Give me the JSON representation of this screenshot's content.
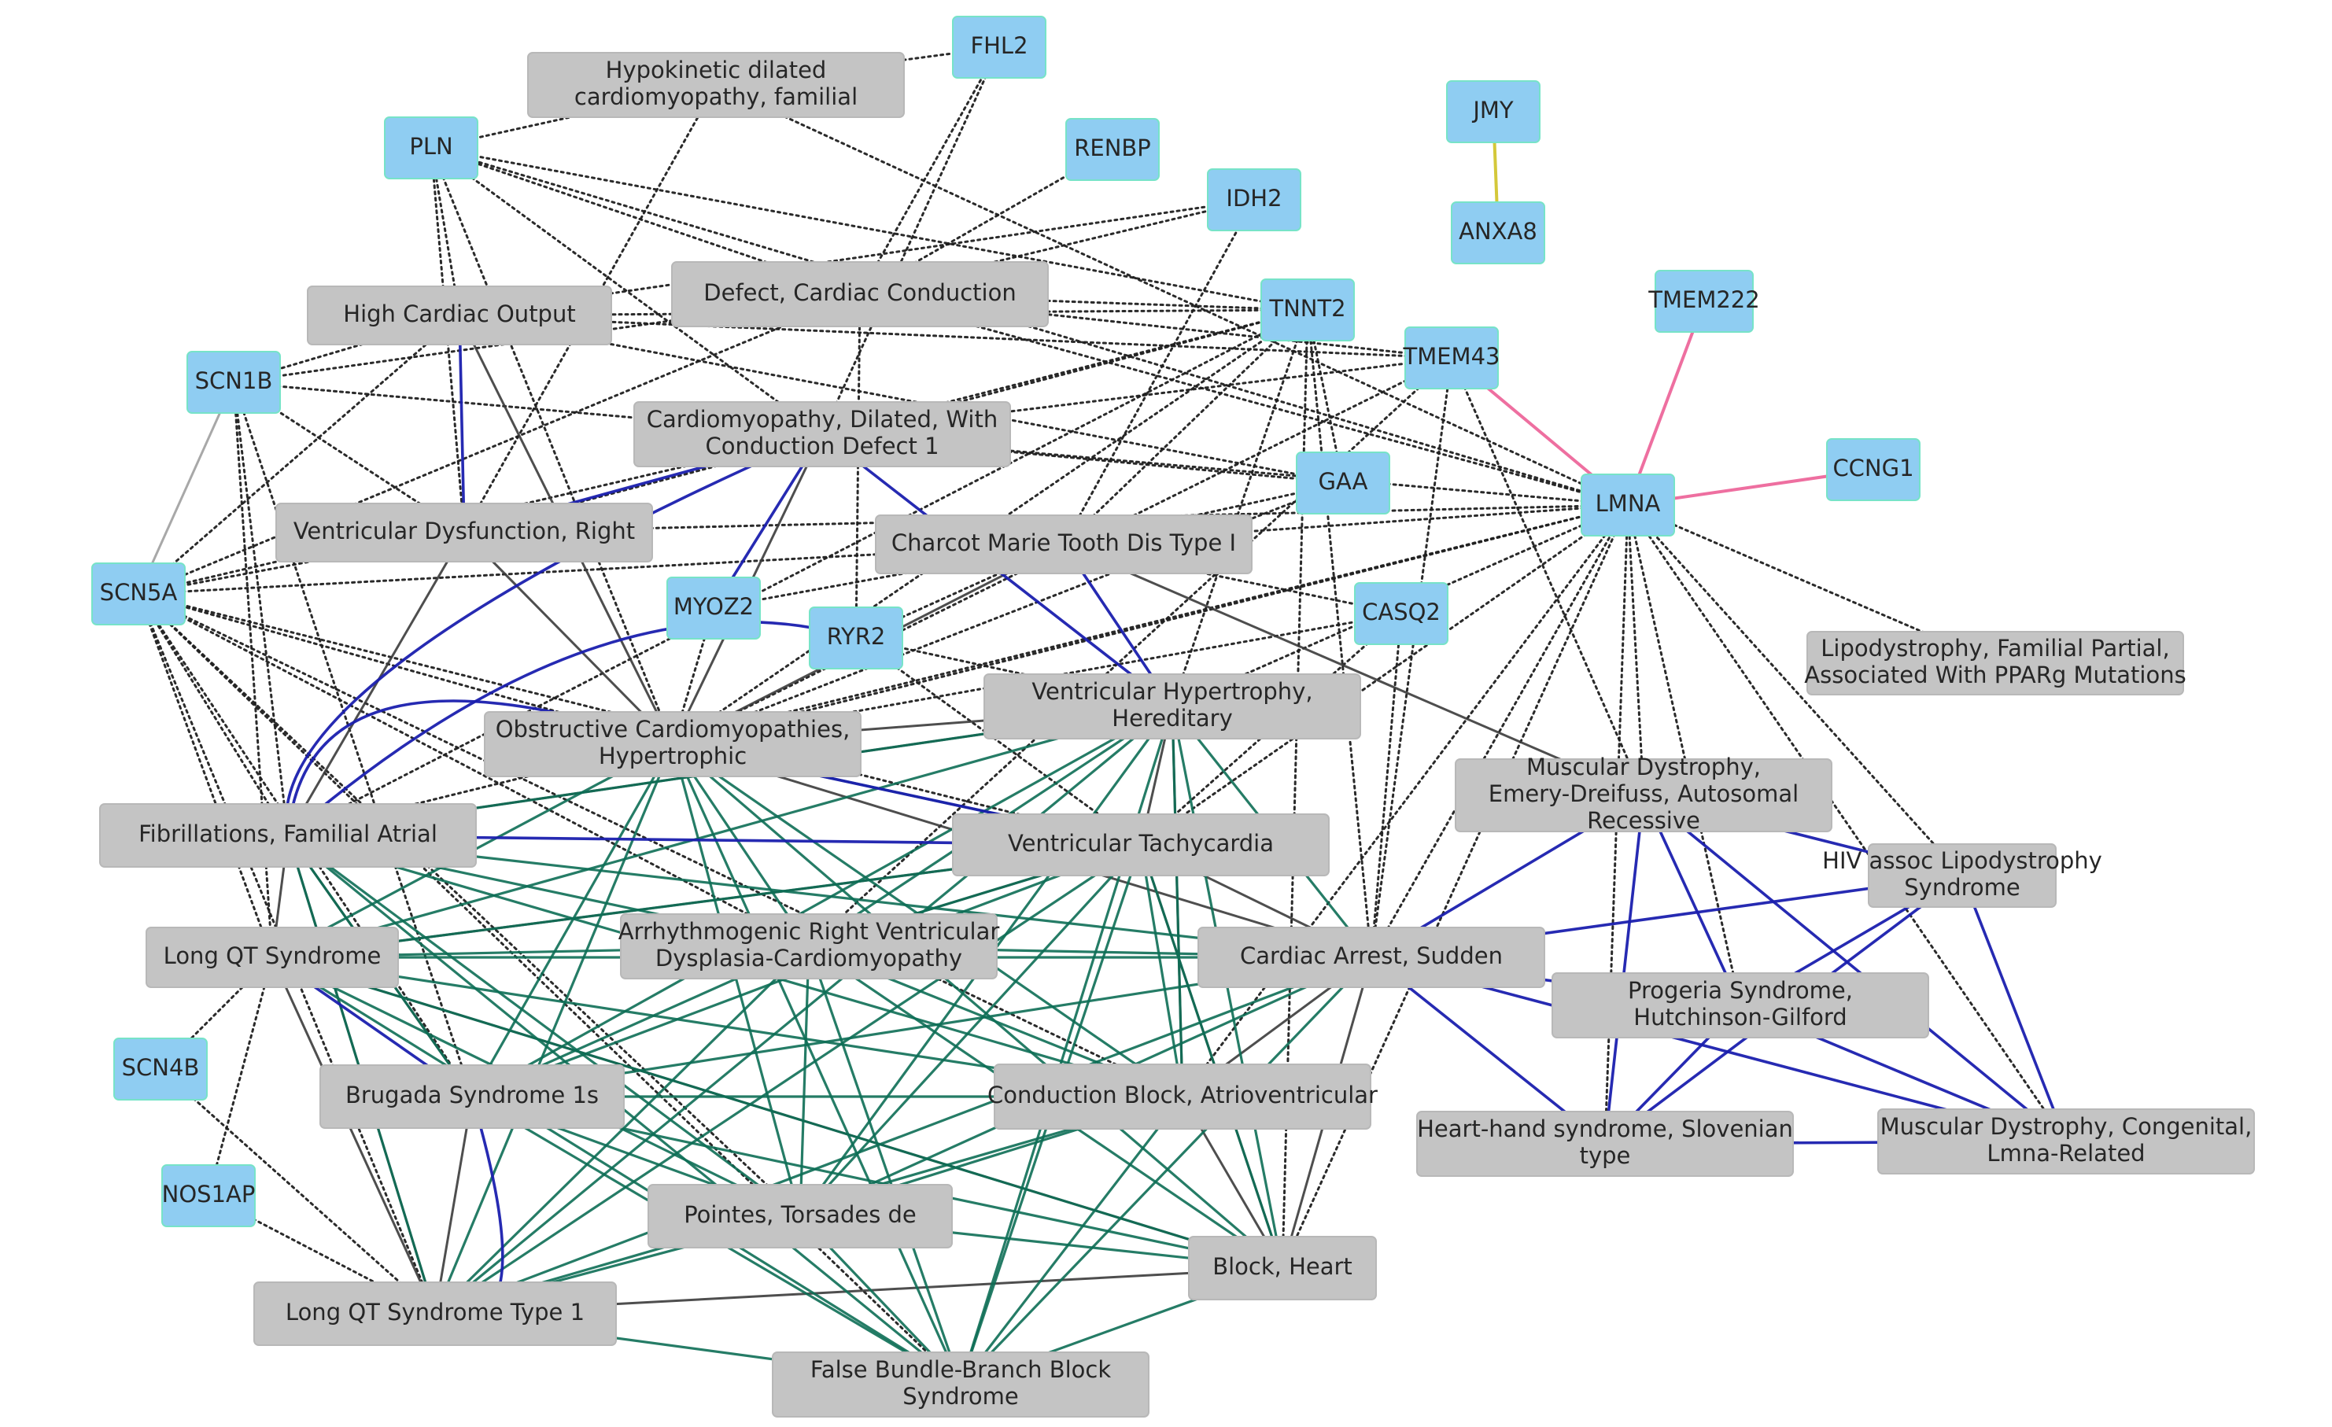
{
  "colors": {
    "gene_node": "#8fcdf2",
    "gene_node_border": "#77e3c8",
    "disease_node": "#c4c4c4",
    "edge_dotted": "#1f1f1f",
    "edge_dark": "#3b3b3b",
    "edge_green": "#0d6e55",
    "edge_blue": "#1a1fae",
    "edge_pink": "#ee6fa0",
    "edge_yellow": "#d4c83a",
    "edge_grey": "#a8a8a8"
  },
  "nodes": [
    {
      "id": "FHL2",
      "type": "gene",
      "lines": [
        "FHL2"
      ]
    },
    {
      "id": "HDC",
      "type": "disease",
      "lines": [
        "Hypokinetic dilated",
        "cardiomyopathy, familial"
      ]
    },
    {
      "id": "PLN",
      "type": "gene",
      "lines": [
        "PLN"
      ]
    },
    {
      "id": "RENBP",
      "type": "gene",
      "lines": [
        "RENBP"
      ]
    },
    {
      "id": "IDH2",
      "type": "gene",
      "lines": [
        "IDH2"
      ]
    },
    {
      "id": "JMY",
      "type": "gene",
      "lines": [
        "JMY"
      ]
    },
    {
      "id": "ANXA8",
      "type": "gene",
      "lines": [
        "ANXA8"
      ]
    },
    {
      "id": "TMEM222",
      "type": "gene",
      "lines": [
        "TMEM222"
      ]
    },
    {
      "id": "DCC",
      "type": "disease",
      "lines": [
        "Defect, Cardiac Conduction"
      ]
    },
    {
      "id": "HCO",
      "type": "disease",
      "lines": [
        "High Cardiac Output"
      ]
    },
    {
      "id": "TNNT2",
      "type": "gene",
      "lines": [
        "TNNT2"
      ]
    },
    {
      "id": "TMEM43",
      "type": "gene",
      "lines": [
        "TMEM43"
      ]
    },
    {
      "id": "SCN1B",
      "type": "gene",
      "lines": [
        "SCN1B"
      ]
    },
    {
      "id": "CDCD",
      "type": "disease",
      "lines": [
        "Cardiomyopathy, Dilated, With",
        "Conduction Defect 1"
      ]
    },
    {
      "id": "GAA",
      "type": "gene",
      "lines": [
        "GAA"
      ]
    },
    {
      "id": "CCNG1",
      "type": "gene",
      "lines": [
        "CCNG1"
      ]
    },
    {
      "id": "LMNA",
      "type": "gene",
      "lines": [
        "LMNA"
      ]
    },
    {
      "id": "VDR",
      "type": "disease",
      "lines": [
        "Ventricular Dysfunction, Right"
      ]
    },
    {
      "id": "CMT",
      "type": "disease",
      "lines": [
        "Charcot Marie Tooth Dis Type I"
      ]
    },
    {
      "id": "SCN5A",
      "type": "gene",
      "lines": [
        "SCN5A"
      ]
    },
    {
      "id": "MYOZ2",
      "type": "gene",
      "lines": [
        "MYOZ2"
      ]
    },
    {
      "id": "CASQ2",
      "type": "gene",
      "lines": [
        "CASQ2"
      ]
    },
    {
      "id": "RYR2",
      "type": "gene",
      "lines": [
        "RYR2"
      ]
    },
    {
      "id": "LFP",
      "type": "disease",
      "lines": [
        "Lipodystrophy, Familial Partial,",
        "Associated With PPARg Mutations"
      ]
    },
    {
      "id": "VHH",
      "type": "disease",
      "lines": [
        "Ventricular Hypertrophy,",
        "Hereditary"
      ]
    },
    {
      "id": "OCH",
      "type": "disease",
      "lines": [
        "Obstructive Cardiomyopathies,",
        "Hypertrophic"
      ]
    },
    {
      "id": "MDED",
      "type": "disease",
      "lines": [
        "Muscular Dystrophy,",
        "Emery-Dreifuss, Autosomal",
        "Recessive"
      ]
    },
    {
      "id": "FFA",
      "type": "disease",
      "lines": [
        "Fibrillations, Familial Atrial"
      ]
    },
    {
      "id": "VT",
      "type": "disease",
      "lines": [
        "Ventricular Tachycardia"
      ]
    },
    {
      "id": "HIV",
      "type": "disease",
      "lines": [
        "HIV assoc Lipodystrophy",
        "Syndrome"
      ]
    },
    {
      "id": "LQT",
      "type": "disease",
      "lines": [
        "Long QT Syndrome"
      ]
    },
    {
      "id": "ARVD",
      "type": "disease",
      "lines": [
        "Arrhythmogenic Right Ventricular",
        "Dysplasia-Cardiomyopathy"
      ]
    },
    {
      "id": "CAS",
      "type": "disease",
      "lines": [
        "Cardiac Arrest, Sudden"
      ]
    },
    {
      "id": "PSHG",
      "type": "disease",
      "lines": [
        "Progeria Syndrome,",
        "Hutchinson-Gilford"
      ]
    },
    {
      "id": "SCN4B",
      "type": "gene",
      "lines": [
        "SCN4B"
      ]
    },
    {
      "id": "BS1",
      "type": "disease",
      "lines": [
        "Brugada Syndrome 1s"
      ]
    },
    {
      "id": "CBA",
      "type": "disease",
      "lines": [
        "Conduction Block, Atrioventricular"
      ]
    },
    {
      "id": "HHS",
      "type": "disease",
      "lines": [
        "Heart-hand syndrome, Slovenian",
        "type"
      ]
    },
    {
      "id": "MDC",
      "type": "disease",
      "lines": [
        "Muscular Dystrophy, Congenital,",
        "Lmna-Related"
      ]
    },
    {
      "id": "NOS1AP",
      "type": "gene",
      "lines": [
        "NOS1AP"
      ]
    },
    {
      "id": "PTD",
      "type": "disease",
      "lines": [
        "Pointes, Torsades de"
      ]
    },
    {
      "id": "BH",
      "type": "disease",
      "lines": [
        "Block, Heart"
      ]
    },
    {
      "id": "LQT1",
      "type": "disease",
      "lines": [
        "Long QT Syndrome Type 1"
      ]
    },
    {
      "id": "FBBB",
      "type": "disease",
      "lines": [
        "False Bundle-Branch Block",
        "Syndrome"
      ]
    }
  ],
  "edges": {
    "dotted": [
      [
        "FHL2",
        "HDC"
      ],
      [
        "FHL2",
        "DCC"
      ],
      [
        "FHL2",
        "CDCD"
      ],
      [
        "PLN",
        "HDC"
      ],
      [
        "PLN",
        "DCC"
      ],
      [
        "PLN",
        "HCO"
      ],
      [
        "PLN",
        "VDR"
      ],
      [
        "PLN",
        "CDCD"
      ],
      [
        "PLN",
        "TNNT2"
      ],
      [
        "PLN",
        "OCH"
      ],
      [
        "PLN",
        "LMNA"
      ],
      [
        "HDC",
        "VDR"
      ],
      [
        "HDC",
        "LMNA"
      ],
      [
        "RENBP",
        "DCC"
      ],
      [
        "IDH2",
        "DCC"
      ],
      [
        "IDH2",
        "CMT"
      ],
      [
        "IDH2",
        "HCO"
      ],
      [
        "TNNT2",
        "DCC"
      ],
      [
        "TNNT2",
        "HCO"
      ],
      [
        "TNNT2",
        "VDR"
      ],
      [
        "TNNT2",
        "OCH"
      ],
      [
        "TNNT2",
        "CDCD"
      ],
      [
        "TNNT2",
        "FFA"
      ],
      [
        "TNNT2",
        "CAS"
      ],
      [
        "TNNT2",
        "BH"
      ],
      [
        "TNNT2",
        "VHH"
      ],
      [
        "TNNT2",
        "GAA"
      ],
      [
        "TNNT2",
        "CMT"
      ],
      [
        "TMEM43",
        "DCC"
      ],
      [
        "TMEM43",
        "HCO"
      ],
      [
        "TMEM43",
        "ARVD"
      ],
      [
        "TMEM43",
        "CDCD"
      ],
      [
        "TMEM43",
        "CAS"
      ],
      [
        "TMEM43",
        "OCH"
      ],
      [
        "TMEM43",
        "MDED"
      ],
      [
        "SCN1B",
        "HCO"
      ],
      [
        "SCN1B",
        "CDCD"
      ],
      [
        "SCN1B",
        "LQT"
      ],
      [
        "SCN1B",
        "FFA"
      ],
      [
        "SCN1B",
        "BS1"
      ],
      [
        "SCN1B",
        "VDR"
      ],
      [
        "SCN1B",
        "DCC"
      ],
      [
        "SCN5A",
        "HCO"
      ],
      [
        "SCN5A",
        "VDR"
      ],
      [
        "SCN5A",
        "CDCD"
      ],
      [
        "SCN5A",
        "DCC"
      ],
      [
        "SCN5A",
        "CMT"
      ],
      [
        "SCN5A",
        "OCH"
      ],
      [
        "SCN5A",
        "FFA"
      ],
      [
        "SCN5A",
        "LQT"
      ],
      [
        "SCN5A",
        "BS1"
      ],
      [
        "SCN5A",
        "LQT1"
      ],
      [
        "SCN5A",
        "PTD"
      ],
      [
        "SCN5A",
        "VT"
      ],
      [
        "SCN5A",
        "ARVD"
      ],
      [
        "SCN5A",
        "CBA"
      ],
      [
        "SCN5A",
        "FBBB"
      ],
      [
        "LMNA",
        "CDCD"
      ],
      [
        "LMNA",
        "CMT"
      ],
      [
        "LMNA",
        "VHH"
      ],
      [
        "LMNA",
        "CAS"
      ],
      [
        "LMNA",
        "LFP"
      ],
      [
        "LMNA",
        "MDED"
      ],
      [
        "LMNA",
        "HIV"
      ],
      [
        "LMNA",
        "PSHG"
      ],
      [
        "LMNA",
        "HHS"
      ],
      [
        "LMNA",
        "MDC"
      ],
      [
        "LMNA",
        "DCC"
      ],
      [
        "LMNA",
        "VDR"
      ],
      [
        "LMNA",
        "FFA"
      ],
      [
        "LMNA",
        "VT"
      ],
      [
        "LMNA",
        "BH"
      ],
      [
        "LMNA",
        "CBA"
      ],
      [
        "LMNA",
        "OCH"
      ],
      [
        "GAA",
        "CMT"
      ],
      [
        "GAA",
        "HCO"
      ],
      [
        "GAA",
        "OCH"
      ],
      [
        "GAA",
        "CDCD"
      ],
      [
        "CASQ2",
        "CMT"
      ],
      [
        "CASQ2",
        "VT"
      ],
      [
        "CASQ2",
        "CAS"
      ],
      [
        "CASQ2",
        "OCH"
      ],
      [
        "RYR2",
        "CMT"
      ],
      [
        "RYR2",
        "VT"
      ],
      [
        "RYR2",
        "DCC"
      ],
      [
        "RYR2",
        "VHH"
      ],
      [
        "MYOZ2",
        "OCH"
      ],
      [
        "MYOZ2",
        "CMT"
      ],
      [
        "SCN4B",
        "LQT1"
      ],
      [
        "SCN4B",
        "LQT"
      ],
      [
        "NOS1AP",
        "LQT1"
      ],
      [
        "NOS1AP",
        "LQT"
      ]
    ],
    "blue": [
      [
        "HCO",
        "VDR"
      ],
      [
        "CDCD",
        "MYOZ2"
      ],
      [
        "CDCD",
        "FFA"
      ],
      [
        "CDCD",
        "VHH"
      ],
      [
        "CDCD",
        "VDR"
      ],
      [
        "OCH",
        "FFA"
      ],
      [
        "OCH",
        "VT"
      ],
      [
        "CMT",
        "VHH"
      ],
      [
        "FFA",
        "VT"
      ],
      [
        "FFA",
        "RYR2"
      ],
      [
        "BS1",
        "LQT1"
      ],
      [
        "LQT",
        "BS1"
      ],
      [
        "MDED",
        "CAS"
      ],
      [
        "MDED",
        "PSHG"
      ],
      [
        "MDED",
        "HHS"
      ],
      [
        "MDED",
        "MDC"
      ],
      [
        "MDED",
        "HIV"
      ],
      [
        "CAS",
        "HIV"
      ],
      [
        "CAS",
        "HHS"
      ],
      [
        "CAS",
        "PSHG"
      ],
      [
        "PSHG",
        "MDC"
      ],
      [
        "PSHG",
        "HHS"
      ],
      [
        "HIV",
        "PSHG"
      ],
      [
        "HIV",
        "MDC"
      ],
      [
        "HIV",
        "HHS"
      ],
      [
        "HHS",
        "MDC"
      ],
      [
        "MDC",
        "CAS"
      ]
    ],
    "green": [
      [
        "OCH",
        "ARVD"
      ],
      [
        "OCH",
        "LQT"
      ],
      [
        "OCH",
        "BS1"
      ],
      [
        "OCH",
        "CBA"
      ],
      [
        "OCH",
        "PTD"
      ],
      [
        "OCH",
        "BH"
      ],
      [
        "OCH",
        "LQT1"
      ],
      [
        "OCH",
        "FBBB"
      ],
      [
        "OCH",
        "VT"
      ],
      [
        "VHH",
        "FFA"
      ],
      [
        "VHH",
        "LQT"
      ],
      [
        "VHH",
        "ARVD"
      ],
      [
        "VHH",
        "BS1"
      ],
      [
        "VHH",
        "CBA"
      ],
      [
        "VHH",
        "PTD"
      ],
      [
        "VHH",
        "BH"
      ],
      [
        "VHH",
        "FBBB"
      ],
      [
        "VHH",
        "LQT1"
      ],
      [
        "VHH",
        "CAS"
      ],
      [
        "FFA",
        "ARVD"
      ],
      [
        "FFA",
        "BS1"
      ],
      [
        "FFA",
        "CBA"
      ],
      [
        "FFA",
        "PTD"
      ],
      [
        "FFA",
        "FBBB"
      ],
      [
        "FFA",
        "CAS"
      ],
      [
        "FFA",
        "LQT1"
      ],
      [
        "VT",
        "LQT"
      ],
      [
        "VT",
        "ARVD"
      ],
      [
        "VT",
        "BS1"
      ],
      [
        "VT",
        "CBA"
      ],
      [
        "VT",
        "PTD"
      ],
      [
        "VT",
        "LQT1"
      ],
      [
        "VT",
        "FBBB"
      ],
      [
        "VT",
        "BH"
      ],
      [
        "LQT",
        "ARVD"
      ],
      [
        "LQT",
        "CAS"
      ],
      [
        "LQT",
        "PTD"
      ],
      [
        "LQT",
        "CBA"
      ],
      [
        "LQT",
        "FBBB"
      ],
      [
        "LQT",
        "BH"
      ],
      [
        "ARVD",
        "BS1"
      ],
      [
        "ARVD",
        "PTD"
      ],
      [
        "ARVD",
        "LQT1"
      ],
      [
        "ARVD",
        "FBBB"
      ],
      [
        "ARVD",
        "BH"
      ],
      [
        "ARVD",
        "CAS"
      ],
      [
        "ARVD",
        "CBA"
      ],
      [
        "CAS",
        "BS1"
      ],
      [
        "CAS",
        "PTD"
      ],
      [
        "CAS",
        "LQT1"
      ],
      [
        "CAS",
        "FBBB"
      ],
      [
        "BS1",
        "CBA"
      ],
      [
        "BS1",
        "PTD"
      ],
      [
        "BS1",
        "FBBB"
      ],
      [
        "BS1",
        "BH"
      ],
      [
        "CBA",
        "PTD"
      ],
      [
        "CBA",
        "LQT1"
      ],
      [
        "CBA",
        "FBBB"
      ],
      [
        "PTD",
        "BH"
      ],
      [
        "PTD",
        "LQT1"
      ],
      [
        "PTD",
        "FBBB"
      ],
      [
        "BH",
        "FBBB"
      ],
      [
        "LQT1",
        "FBBB"
      ]
    ],
    "dark": [
      [
        "VDR",
        "OCH"
      ],
      [
        "VDR",
        "FFA"
      ],
      [
        "CDCD",
        "OCH"
      ],
      [
        "CMT",
        "OCH"
      ],
      [
        "CMT",
        "MDED"
      ],
      [
        "OCH",
        "VHH"
      ],
      [
        "FFA",
        "LQT"
      ],
      [
        "FFA",
        "BS1"
      ],
      [
        "FFA",
        "LQT1"
      ],
      [
        "FFA",
        "VHH"
      ],
      [
        "LQT",
        "LQT1"
      ],
      [
        "LQT",
        "VT"
      ],
      [
        "LQT",
        "BH"
      ],
      [
        "VT",
        "CAS"
      ],
      [
        "VT",
        "BH"
      ],
      [
        "CAS",
        "CBA"
      ],
      [
        "CAS",
        "BH"
      ],
      [
        "BS1",
        "LQT1"
      ],
      [
        "CBA",
        "BH"
      ],
      [
        "LQT1",
        "BH"
      ],
      [
        "HCO",
        "OCH"
      ],
      [
        "OCH",
        "CAS"
      ],
      [
        "VHH",
        "VT"
      ],
      [
        "VHH",
        "CBA"
      ],
      [
        "ARVD",
        "VT"
      ]
    ],
    "pink": [
      [
        "TMEM43",
        "LMNA"
      ],
      [
        "TMEM222",
        "LMNA"
      ],
      [
        "CCNG1",
        "LMNA"
      ]
    ],
    "yellow": [
      [
        "JMY",
        "ANXA8"
      ]
    ],
    "grey": [
      [
        "SCN1B",
        "SCN5A"
      ]
    ]
  }
}
